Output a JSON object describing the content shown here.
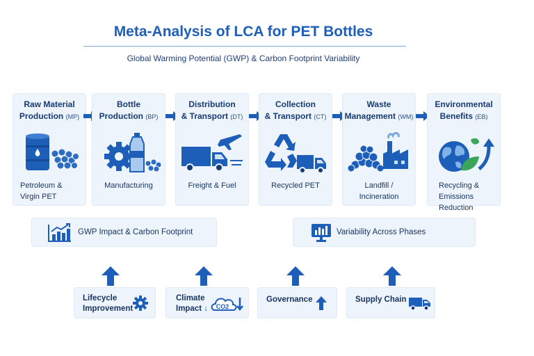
{
  "header": {
    "title": "Meta-Analysis of LCA for PET Bottles",
    "subtitle": "Global Warming Potential (GWP) & Carbon Footprint Variability"
  },
  "phases": [
    {
      "title_line1": "Raw Material",
      "title_line2": "Production",
      "abbr": "(MP)",
      "caption": "Petroleum & Virgin PET",
      "icon": "oil-barrel-pellets-icon"
    },
    {
      "title_line1": "Bottle",
      "title_line2": "Production",
      "abbr": "(BP)",
      "caption": "Manufacturing",
      "icon": "gear-bottle-icon"
    },
    {
      "title_line1": "Distribution",
      "title_line2": "& Transport",
      "abbr": "(DT)",
      "caption": "Freight & Fuel",
      "icon": "truck-plane-icon"
    },
    {
      "title_line1": "Collection",
      "title_line2": "& Transport",
      "abbr": "(CT)",
      "caption": "Recycled PET",
      "icon": "recycle-truck-icon"
    },
    {
      "title_line1": "Waste",
      "title_line2": "Management",
      "abbr": "(WM)",
      "caption": "Landfill / Incineration",
      "icon": "landfill-factory-icon"
    },
    {
      "title_line1": "Environmental",
      "title_line2": "Benefits",
      "abbr": "(EB)",
      "caption": "Recycling & Emissions Reduction",
      "icon": "globe-leaf-icon"
    }
  ],
  "summary": [
    {
      "label": "GWP Impact & Carbon Footprint",
      "icon": "bar-chart-trend-icon"
    },
    {
      "label": "Variability Across Phases",
      "icon": "monitor-chart-icon"
    }
  ],
  "factors": [
    {
      "label_line1": "Lifecycle",
      "label_line2": "Improvement",
      "icon": "gear-icon"
    },
    {
      "label_line1": "Climate",
      "label_line2": "Impact",
      "icon": "co2-cloud-icon",
      "badge": "CO2"
    },
    {
      "label_line1": "Governance",
      "label_line2": "",
      "icon": "arrow-up-icon"
    },
    {
      "label_line1": "Supply Chain",
      "label_line2": "",
      "icon": "truck-icon"
    }
  ],
  "colors": {
    "primary": "#1d5fb8",
    "dark": "#163a74",
    "panel": "#eef4fb",
    "leaf": "#3aa65a"
  }
}
